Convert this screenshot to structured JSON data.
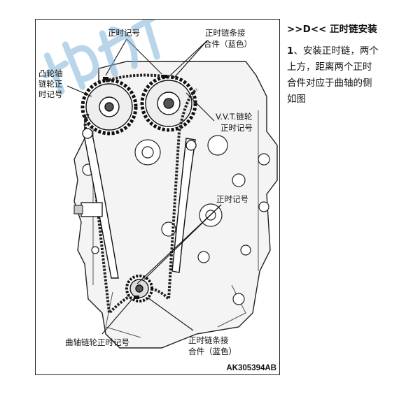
{
  "figure": {
    "labels": {
      "timing_mark_top": "正时记号",
      "chain_link_top_line1": "正时链条接",
      "chain_link_top_line2": "合件（蓝色）",
      "camshaft_line1": "凸轮轴",
      "camshaft_line2": "链轮正",
      "camshaft_line3": "时记号",
      "vvt_line1": "V.V.T.链轮",
      "vvt_line2": "正时记号",
      "timing_mark_mid": "正时记号",
      "crank_sprocket_mark": "曲轴链轮正时记号",
      "chain_link_bottom_line1": "正时链条接",
      "chain_link_bottom_line2": "合件（蓝色）"
    },
    "code": "AK305394AB",
    "watermark_color": "#7fb3d9"
  },
  "text": {
    "heading": ">>D<<  正时链安装",
    "step_number": "1",
    "line1": "、安装正时链，两个",
    "line2": "上方，距离两个正时",
    "line3": "合件对应于曲轴的侧",
    "line4": "如图"
  }
}
